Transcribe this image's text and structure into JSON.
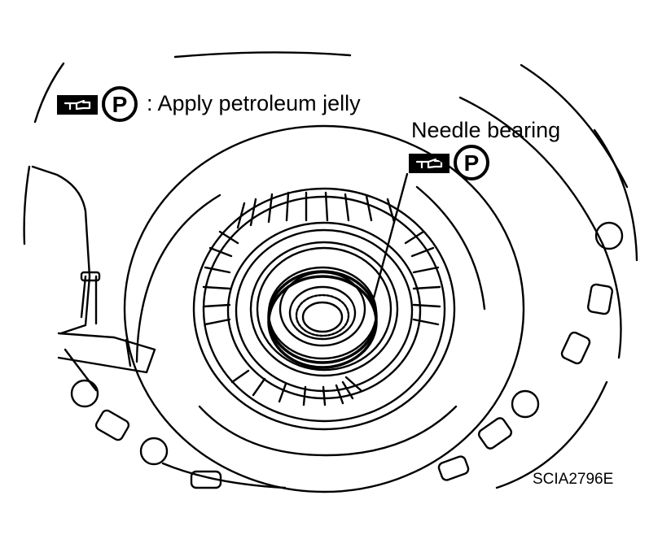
{
  "legend": {
    "text": ": Apply petroleum jelly",
    "symbol": "P"
  },
  "callout": {
    "label": "Needle bearing",
    "symbol": "P"
  },
  "figure_code": "SCIA2796E",
  "colors": {
    "ink": "#000000",
    "paper": "#ffffff"
  }
}
